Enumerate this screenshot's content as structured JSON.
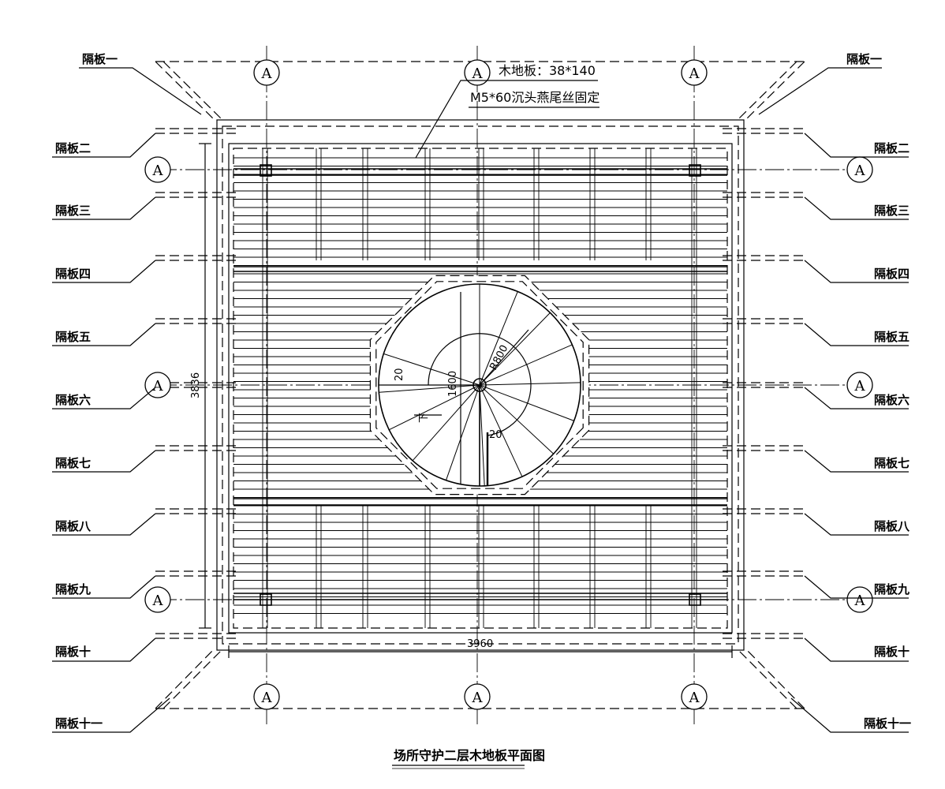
{
  "title": "场所守护二层木地板平面图",
  "note": {
    "line1": "木地板：38*140",
    "line2": "M5*60沉头燕尾丝固定"
  },
  "axis_mark": "A",
  "dimensions": {
    "width": "3960",
    "height": "3836",
    "radius": "R800",
    "stair_height": "1600",
    "gap_a": "20",
    "gap_b": "20",
    "arrow_text": "下"
  },
  "left_labels": [
    "隔板一",
    "隔板二",
    "隔板三",
    "隔板四",
    "隔板五",
    "隔板六",
    "隔板七",
    "隔板八",
    "隔板九",
    "隔板十",
    "隔板十一"
  ],
  "right_labels": [
    "隔板一",
    "隔板二",
    "隔板三",
    "隔板四",
    "隔板五",
    "隔板六",
    "隔板七",
    "隔板八",
    "隔板九",
    "隔板十",
    "隔板十一"
  ]
}
